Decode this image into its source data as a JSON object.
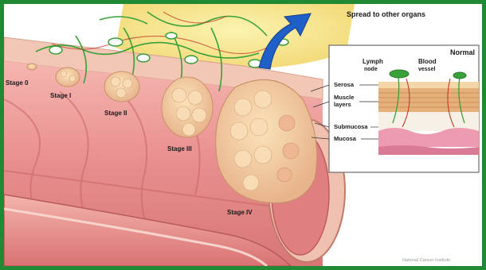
{
  "labels": {
    "spread": "Spread to other organs",
    "stages": [
      "Stage 0",
      "Stage I",
      "Stage II",
      "Stage III",
      "Stage IV"
    ],
    "inset_title": "Normal",
    "lymph_node": [
      "Lymph",
      "node"
    ],
    "blood_vessel": [
      "Blood",
      "vessel"
    ],
    "layers": {
      "serosa": "Serosa",
      "muscle": [
        "Muscle",
        "layers"
      ],
      "submucosa": "Submucosa",
      "mucosa": "Mucosa"
    },
    "credit": "National Cancer Institute"
  },
  "colors": {
    "frame": "#1f8a33",
    "tissue": "#e88e8e",
    "fat": "#f4e27a",
    "vessel": "#3aa13a",
    "arrow": "#1f5fc8"
  }
}
